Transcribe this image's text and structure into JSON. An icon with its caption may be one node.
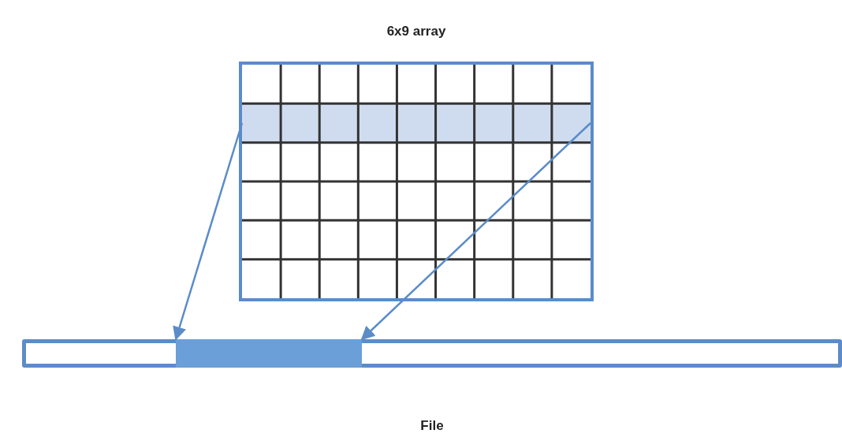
{
  "diagram": {
    "nodes": [
      {
        "text": [
          "6x9 array"
        ]
      },
      {
        "text": [],
        "shape": "bar",
        "in": 0
      },
      {
        "text": [
          "File"
        ]
      },
      {
        "text": [],
        "shape": "bar",
        "in": 2
      }
    ],
    "edges": [
      {
        "from": 1,
        "to": 3,
        "arrow": "to"
      },
      {
        "from": 1,
        "to": 3,
        "arrow": "to"
      }
    ]
  }
}
